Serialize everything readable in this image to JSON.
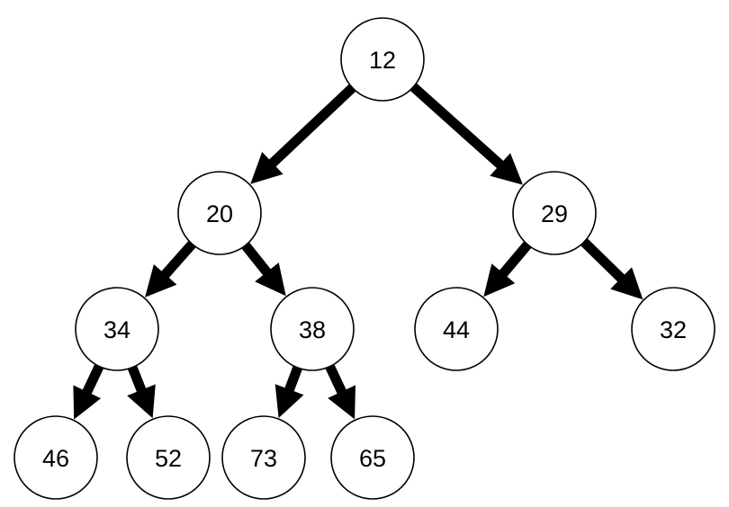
{
  "tree": {
    "nodes": [
      {
        "id": "n12",
        "label": "12"
      },
      {
        "id": "n20",
        "label": "20"
      },
      {
        "id": "n29",
        "label": "29"
      },
      {
        "id": "n34",
        "label": "34"
      },
      {
        "id": "n38",
        "label": "38"
      },
      {
        "id": "n44",
        "label": "44"
      },
      {
        "id": "n32",
        "label": "32"
      },
      {
        "id": "n46",
        "label": "46"
      },
      {
        "id": "n52",
        "label": "52"
      },
      {
        "id": "n73",
        "label": "73"
      },
      {
        "id": "n65",
        "label": "65"
      }
    ],
    "edges": [
      {
        "from": "n12",
        "to": "n20"
      },
      {
        "from": "n12",
        "to": "n29"
      },
      {
        "from": "n20",
        "to": "n34"
      },
      {
        "from": "n20",
        "to": "n38"
      },
      {
        "from": "n29",
        "to": "n44"
      },
      {
        "from": "n29",
        "to": "n32"
      },
      {
        "from": "n34",
        "to": "n46"
      },
      {
        "from": "n34",
        "to": "n52"
      },
      {
        "from": "n38",
        "to": "n73"
      },
      {
        "from": "n38",
        "to": "n65"
      }
    ]
  }
}
